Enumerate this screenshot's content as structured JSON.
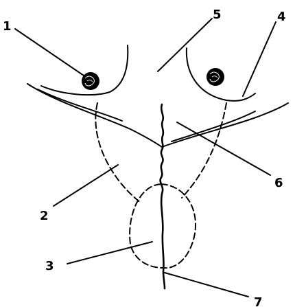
{
  "diagram": {
    "callouts": [
      {
        "id": "c1",
        "label": "1"
      },
      {
        "id": "c2",
        "label": "2"
      },
      {
        "id": "c3",
        "label": "3"
      },
      {
        "id": "c4",
        "label": "4"
      },
      {
        "id": "c5",
        "label": "5"
      },
      {
        "id": "c6",
        "label": "6"
      },
      {
        "id": "c7",
        "label": "7"
      }
    ]
  },
  "colors": {
    "ink": "#000000",
    "background": "#ffffff"
  }
}
